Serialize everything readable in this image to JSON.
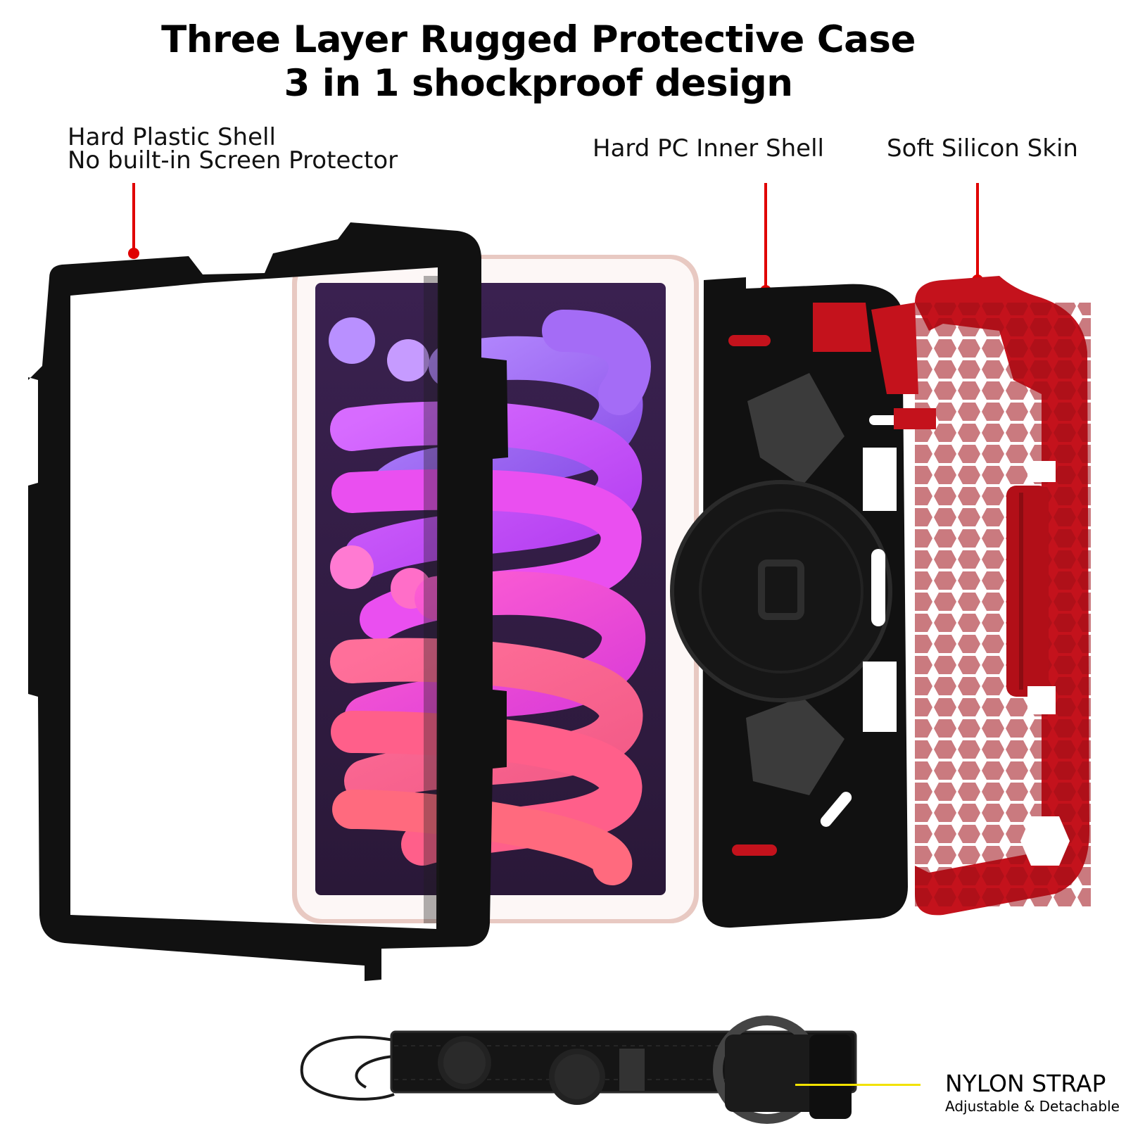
{
  "heading": {
    "line1": "Three Layer Rugged Protective Case",
    "line2": "3 in 1 shockproof design"
  },
  "callouts": {
    "plastic_shell": {
      "line1": "Hard Plastic Shell",
      "line2": "No built-in Screen Protector"
    },
    "pc_inner_shell": {
      "text": "Hard PC Inner Shell"
    },
    "silicon_skin": {
      "text": "Soft Silicon Skin"
    }
  },
  "strap": {
    "title": "NYLON STRAP",
    "subtitle": "Adjustable & Detachable"
  },
  "colors": {
    "callout_red": "#e00000",
    "strap_pointer": "#f2e200",
    "frame_black": "#111111",
    "skin_red": "#c4121c"
  }
}
